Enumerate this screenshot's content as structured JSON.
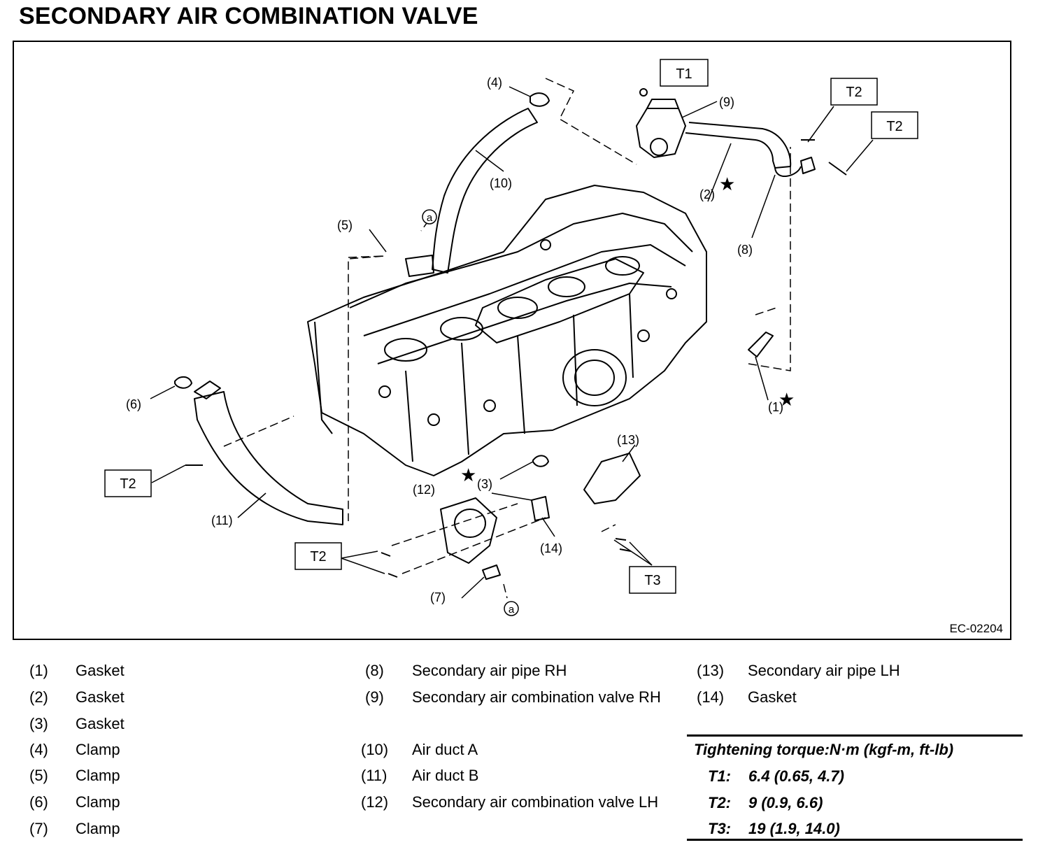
{
  "title": "SECONDARY AIR COMBINATION VALVE",
  "figure": {
    "code": "EC-02204",
    "callouts": [
      "(1)",
      "(2)",
      "(3)",
      "(4)",
      "(5)",
      "(6)",
      "(7)",
      "(8)",
      "(9)",
      "(10)",
      "(11)",
      "(12)",
      "(13)",
      "(14)"
    ],
    "torque_tags": [
      "T1",
      "T2",
      "T2",
      "T2",
      "T2",
      "T3"
    ],
    "connection_markers": [
      "a",
      "a"
    ],
    "star_symbol": "★"
  },
  "legend": [
    {
      "num": "(1)",
      "text": "Gasket"
    },
    {
      "num": "(2)",
      "text": "Gasket"
    },
    {
      "num": "(3)",
      "text": "Gasket"
    },
    {
      "num": "(4)",
      "text": "Clamp"
    },
    {
      "num": "(5)",
      "text": "Clamp"
    },
    {
      "num": "(6)",
      "text": "Clamp"
    },
    {
      "num": "(7)",
      "text": "Clamp"
    },
    {
      "num": "(8)",
      "text": "Secondary air pipe RH"
    },
    {
      "num": "(9)",
      "text": "Secondary air combination valve RH"
    },
    {
      "num": "(10)",
      "text": "Air duct A"
    },
    {
      "num": "(11)",
      "text": "Air duct B"
    },
    {
      "num": "(12)",
      "text": "Secondary air combination valve LH"
    },
    {
      "num": "(13)",
      "text": "Secondary air pipe LH"
    },
    {
      "num": "(14)",
      "text": "Gasket"
    }
  ],
  "torque": {
    "title": "Tightening torque:N·m (kgf-m, ft-lb)",
    "rows": [
      {
        "key": "T1:",
        "value": "6.4 (0.65, 4.7)"
      },
      {
        "key": "T2:",
        "value": "9 (0.9, 6.6)"
      },
      {
        "key": "T3:",
        "value": "19 (1.9, 14.0)"
      }
    ]
  }
}
